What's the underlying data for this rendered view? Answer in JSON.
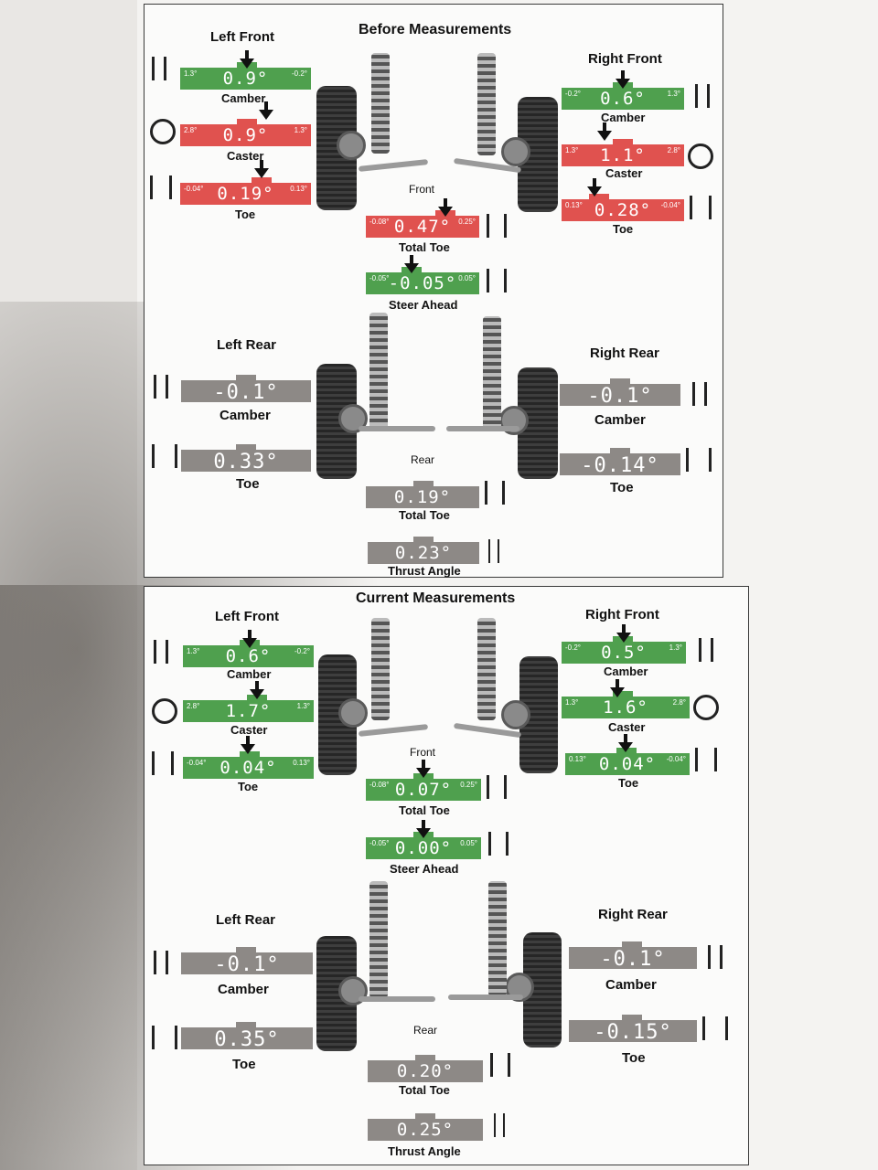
{
  "before": {
    "title": "Before Measurements",
    "left_front": {
      "heading": "Left Front",
      "camber": {
        "label": "Camber",
        "value": "0.9°",
        "min": "1.3°",
        "max": "-0.2°",
        "status": "green"
      },
      "caster": {
        "label": "Caster",
        "value": "0.9°",
        "min": "2.8°",
        "max": "1.3°",
        "status": "red"
      },
      "toe": {
        "label": "Toe",
        "value": "0.19°",
        "min": "-0.04°",
        "max": "0.13°",
        "status": "red"
      }
    },
    "right_front": {
      "heading": "Right Front",
      "camber": {
        "label": "Camber",
        "value": "0.6°",
        "min": "-0.2°",
        "max": "1.3°",
        "status": "green"
      },
      "caster": {
        "label": "Caster",
        "value": "1.1°",
        "min": "1.3°",
        "max": "2.8°",
        "status": "red"
      },
      "toe": {
        "label": "Toe",
        "value": "0.28°",
        "min": "0.13°",
        "max": "-0.04°",
        "status": "red"
      }
    },
    "front_label": "Front",
    "total_toe_front": {
      "label": "Total Toe",
      "value": "0.47°",
      "min": "-0.08°",
      "max": "0.25°",
      "status": "red"
    },
    "steer_ahead": {
      "label": "Steer Ahead",
      "value": "-0.05°",
      "min": "-0.05°",
      "max": "0.05°",
      "status": "green"
    },
    "left_rear": {
      "heading": "Left Rear",
      "camber": {
        "label": "Camber",
        "value": "-0.1°"
      },
      "toe": {
        "label": "Toe",
        "value": "0.33°"
      }
    },
    "right_rear": {
      "heading": "Right Rear",
      "camber": {
        "label": "Camber",
        "value": "-0.1°"
      },
      "toe": {
        "label": "Toe",
        "value": "-0.14°"
      }
    },
    "rear_label": "Rear",
    "total_toe_rear": {
      "label": "Total Toe",
      "value": "0.19°"
    },
    "thrust_angle": {
      "label": "Thrust Angle",
      "value": "0.23°"
    }
  },
  "current": {
    "title": "Current Measurements",
    "left_front": {
      "heading": "Left Front",
      "camber": {
        "label": "Camber",
        "value": "0.6°",
        "min": "1.3°",
        "max": "-0.2°",
        "status": "green"
      },
      "caster": {
        "label": "Caster",
        "value": "1.7°",
        "min": "2.8°",
        "max": "1.3°",
        "status": "green"
      },
      "toe": {
        "label": "Toe",
        "value": "0.04°",
        "min": "-0.04°",
        "max": "0.13°",
        "status": "green"
      }
    },
    "right_front": {
      "heading": "Right Front",
      "camber": {
        "label": "Camber",
        "value": "0.5°",
        "min": "-0.2°",
        "max": "1.3°",
        "status": "green"
      },
      "caster": {
        "label": "Caster",
        "value": "1.6°",
        "min": "1.3°",
        "max": "2.8°",
        "status": "green"
      },
      "toe": {
        "label": "Toe",
        "value": "0.04°",
        "min": "0.13°",
        "max": "-0.04°",
        "status": "green"
      }
    },
    "front_label": "Front",
    "total_toe_front": {
      "label": "Total Toe",
      "value": "0.07°",
      "min": "-0.08°",
      "max": "0.25°",
      "status": "green"
    },
    "steer_ahead": {
      "label": "Steer Ahead",
      "value": "0.00°",
      "min": "-0.05°",
      "max": "0.05°",
      "status": "green"
    },
    "left_rear": {
      "heading": "Left Rear",
      "camber": {
        "label": "Camber",
        "value": "-0.1°"
      },
      "toe": {
        "label": "Toe",
        "value": "0.35°"
      }
    },
    "right_rear": {
      "heading": "Right Rear",
      "camber": {
        "label": "Camber",
        "value": "-0.1°"
      },
      "toe": {
        "label": "Toe",
        "value": "-0.15°"
      }
    },
    "rear_label": "Rear",
    "total_toe_rear": {
      "label": "Total Toe",
      "value": "0.20°"
    },
    "thrust_angle": {
      "label": "Thrust Angle",
      "value": "0.25°"
    }
  },
  "colors": {
    "in_spec": "#4fa04e",
    "out_of_spec": "#e0524f",
    "info": "#8d8986"
  }
}
